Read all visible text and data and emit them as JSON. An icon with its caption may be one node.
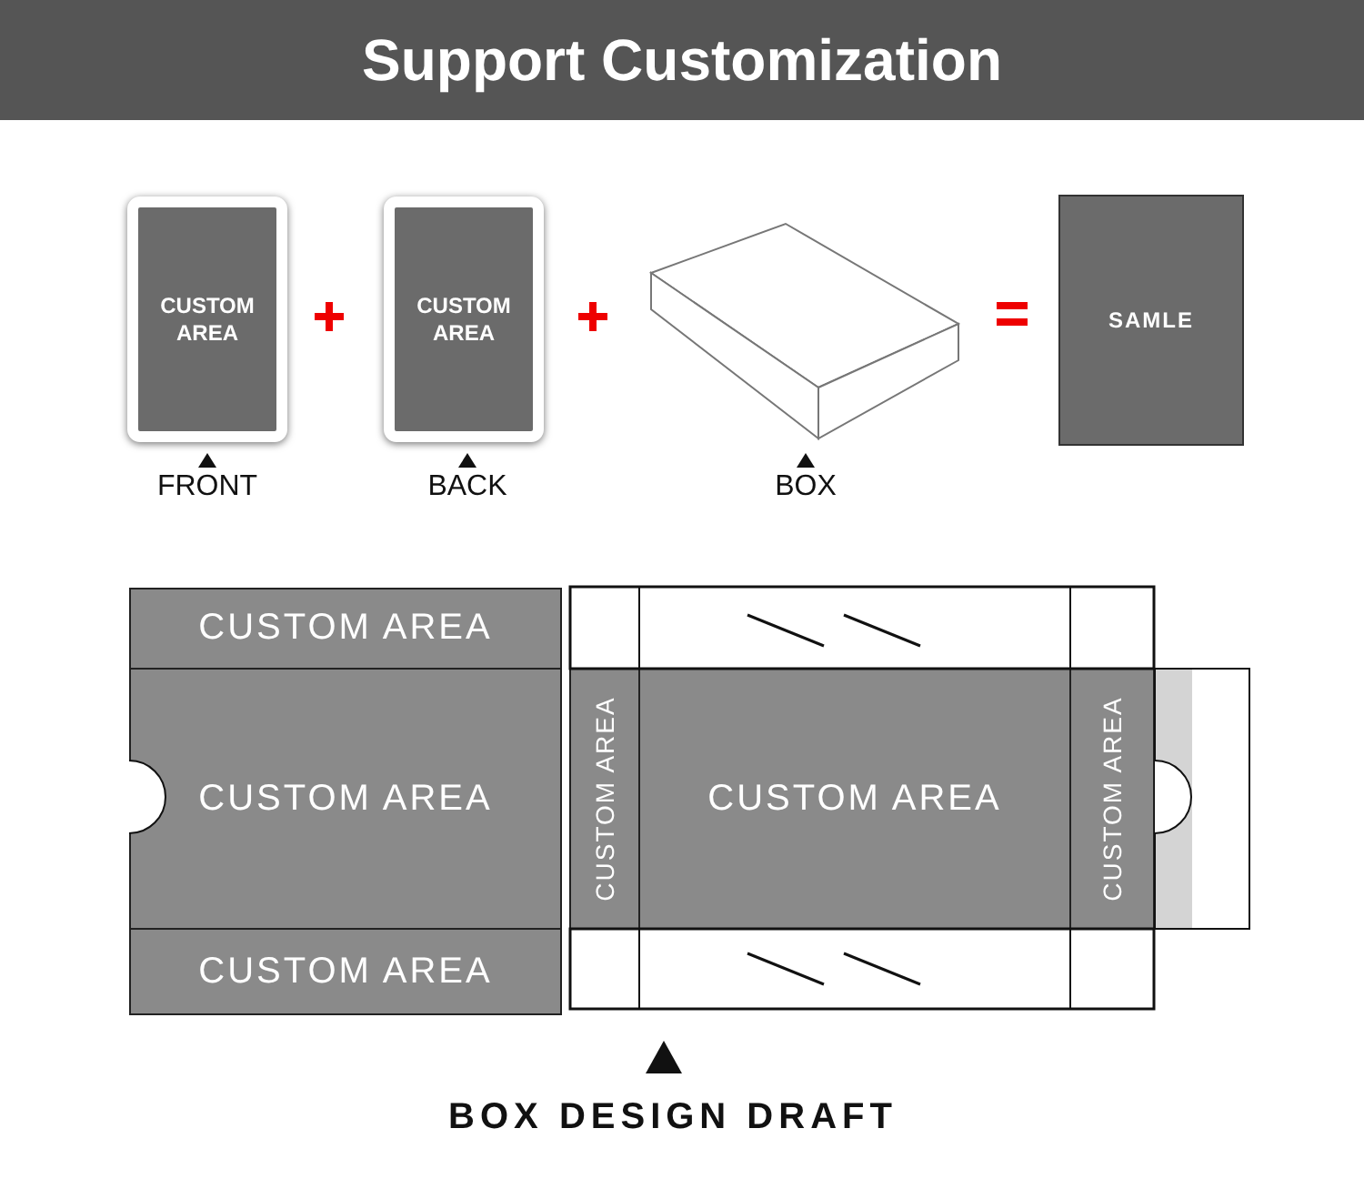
{
  "diagram": {
    "title": "Support Customization",
    "caption": "BOX DESIGN DRAFT",
    "nodes": [
      {
        "text": [
          "CUSTOM AREA"
        ],
        "beside": [
          "FRONT"
        ]
      },
      {
        "text": [
          "CUSTOM AREA"
        ],
        "beside": [
          "BACK"
        ]
      },
      {
        "text": [],
        "shape": "box",
        "beside": [
          "BOX"
        ]
      },
      {
        "text": [
          "SAMLE"
        ]
      },
      {
        "text": [
          "CUSTOM AREA"
        ]
      },
      {
        "text": [
          "CUSTOM AREA"
        ]
      },
      {
        "text": [
          "CUSTOM AREA"
        ]
      },
      {
        "text": [
          "CUSTOM AREA"
        ]
      },
      {
        "text": [
          "CUSTOM AREA"
        ]
      },
      {
        "text": [
          "CUSTOM AREA"
        ]
      }
    ],
    "edges": []
  }
}
